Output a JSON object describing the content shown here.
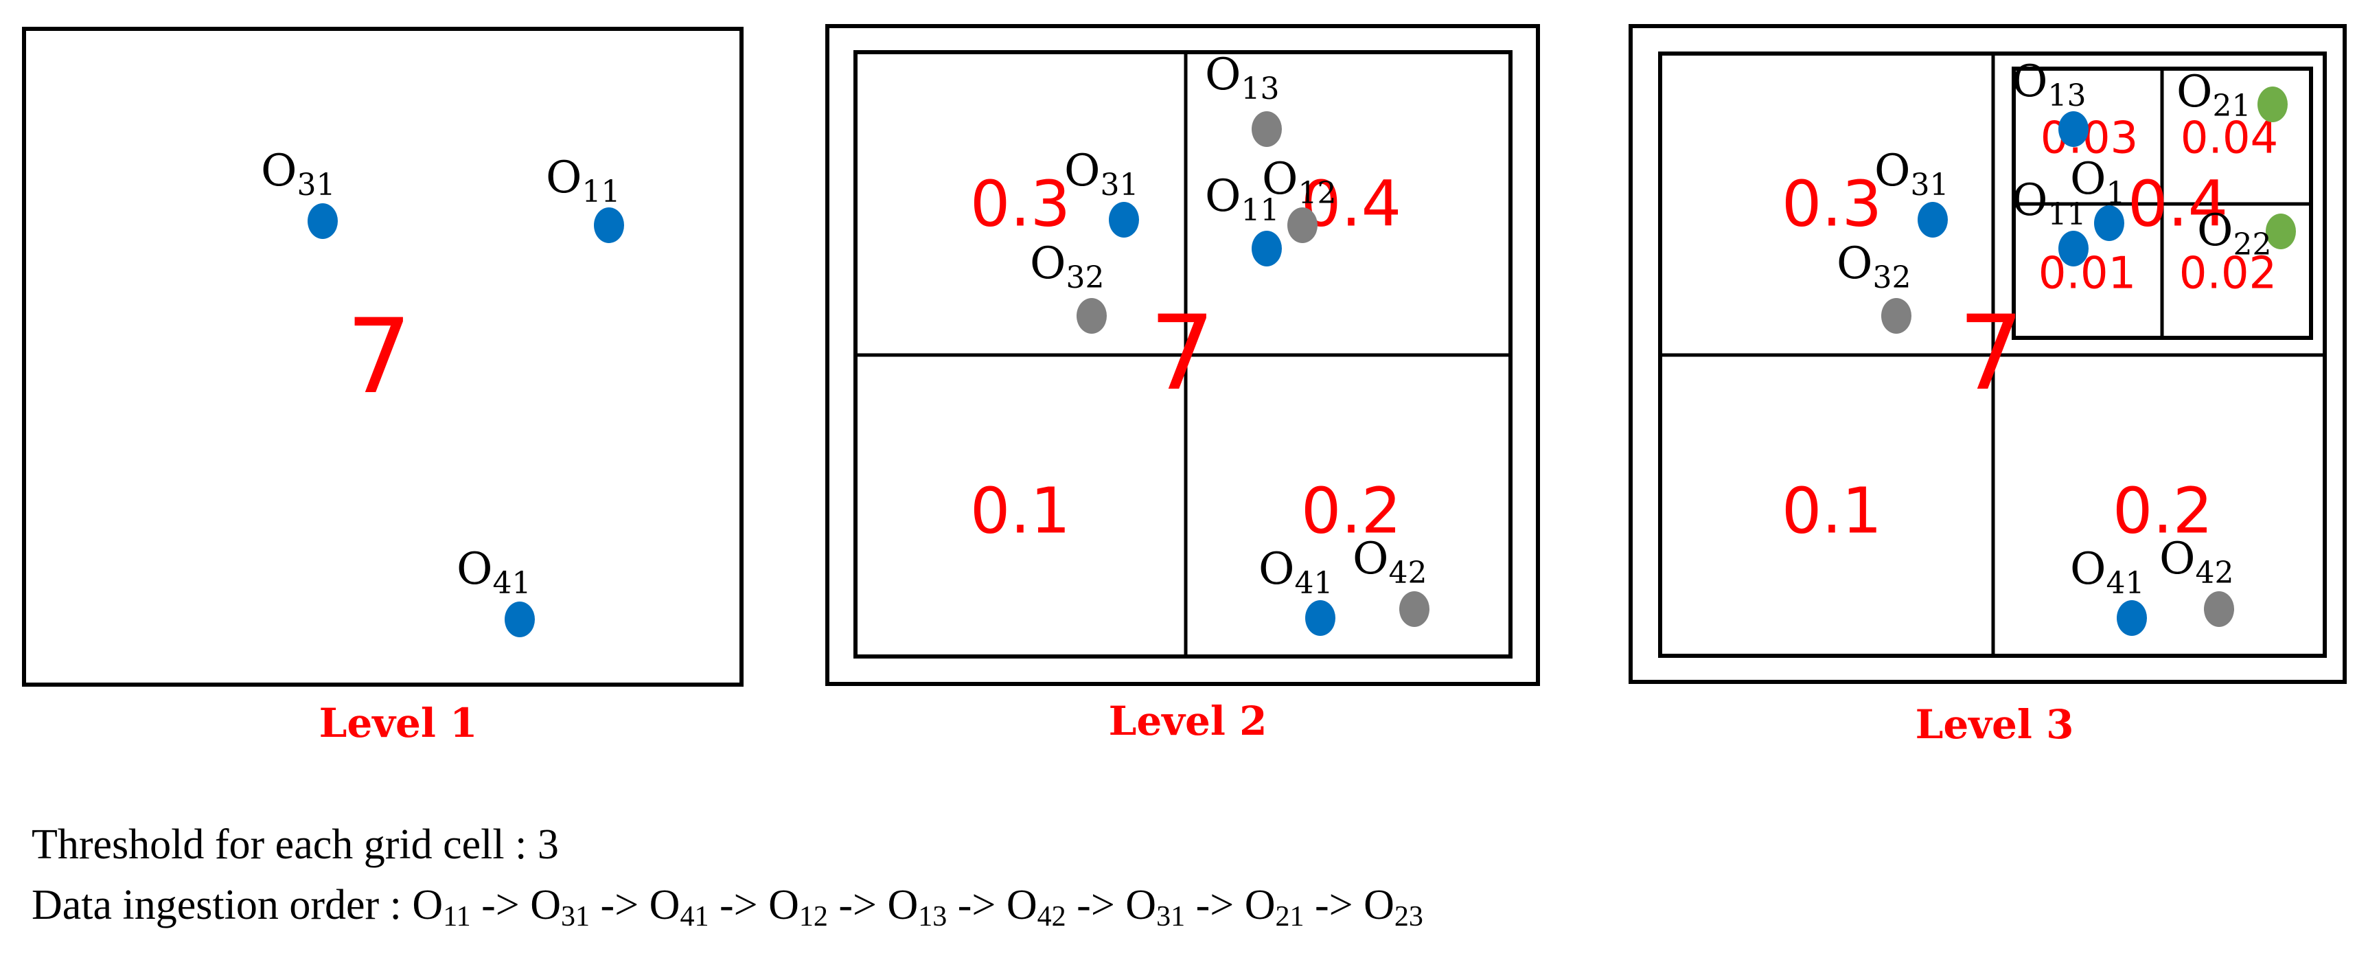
{
  "threshold": {
    "label": "Threshold for each grid cell",
    "value": "3"
  },
  "ingestion": {
    "label": "Data ingestion order",
    "order": [
      "11",
      "31",
      "41",
      "12",
      "13",
      "42",
      "31",
      "21",
      "23"
    ],
    "arrow": "->"
  },
  "panels": [
    {
      "level_label": "Level 1",
      "grid_values": [
        {
          "text": "7",
          "size": "large"
        }
      ],
      "objects": [
        {
          "name": "O31",
          "sub": "31",
          "color": "#0070c0"
        },
        {
          "name": "O11",
          "sub": "11",
          "color": "#0070c0"
        },
        {
          "name": "O41",
          "sub": "41",
          "color": "#0070c0"
        }
      ]
    },
    {
      "level_label": "Level 2",
      "grid_values": [
        {
          "text": "0.3"
        },
        {
          "text": "0.4"
        },
        {
          "text": "7",
          "size": "large"
        },
        {
          "text": "0.1"
        },
        {
          "text": "0.2"
        }
      ],
      "objects": [
        {
          "name": "O13",
          "sub": "13",
          "color": "#808080"
        },
        {
          "name": "O31",
          "sub": "31",
          "color": "#0070c0"
        },
        {
          "name": "O12",
          "sub": "12",
          "color": "#808080"
        },
        {
          "name": "O11",
          "sub": "11",
          "color": "#0070c0"
        },
        {
          "name": "O32",
          "sub": "32",
          "color": "#808080"
        },
        {
          "name": "O41",
          "sub": "41",
          "color": "#0070c0"
        },
        {
          "name": "O42",
          "sub": "42",
          "color": "#808080"
        }
      ]
    },
    {
      "level_label": "Level 3",
      "grid_values": [
        {
          "text": "0.3"
        },
        {
          "text": "0.4"
        },
        {
          "text": "7",
          "size": "large"
        },
        {
          "text": "0.1"
        },
        {
          "text": "0.2"
        },
        {
          "text": "0.03"
        },
        {
          "text": "0.04"
        },
        {
          "text": "0.01"
        },
        {
          "text": "0.02"
        }
      ],
      "objects": [
        {
          "name": "O13",
          "sub": "13",
          "color": "#0070c0"
        },
        {
          "name": "O21",
          "sub": "21",
          "color": "#70ad47"
        },
        {
          "name": "O31",
          "sub": "31",
          "color": "#0070c0"
        },
        {
          "name": "O11",
          "sub": "11",
          "color": "#0070c0"
        },
        {
          "name": "O12",
          "sub": "1",
          "color": "#0070c0"
        },
        {
          "name": "O22",
          "sub": "22",
          "color": "#70ad47"
        },
        {
          "name": "O32",
          "sub": "32",
          "color": "#808080"
        },
        {
          "name": "O41",
          "sub": "41",
          "color": "#0070c0"
        },
        {
          "name": "O42",
          "sub": "42",
          "color": "#808080"
        }
      ]
    }
  ]
}
